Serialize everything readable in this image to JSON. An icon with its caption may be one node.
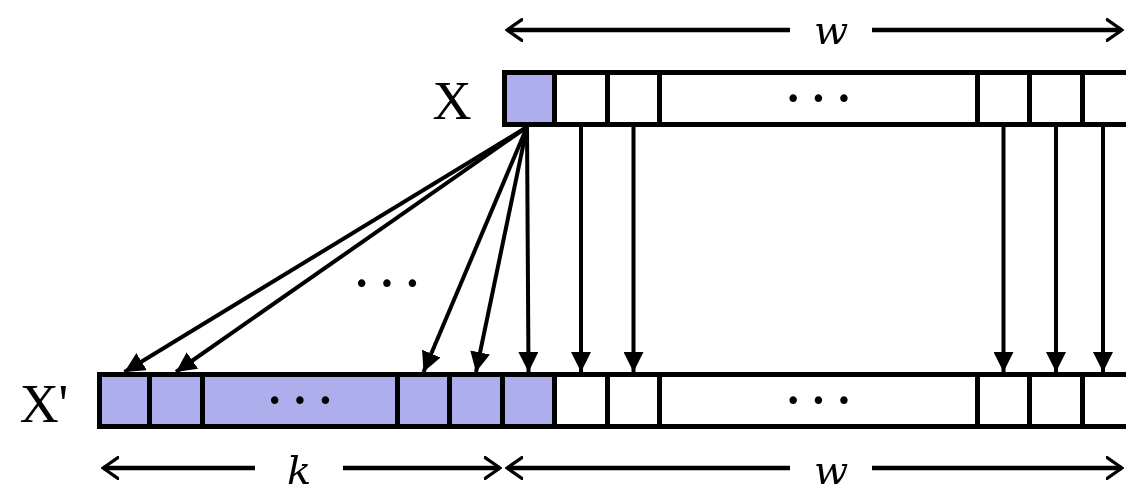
{
  "diagram": {
    "nodes": [
      {
        "text": [],
        "shape": "box"
      },
      {
        "text": [],
        "shape": "box"
      },
      {
        "text": [],
        "shape": "box"
      },
      {
        "text": [
          "•••"
        ]
      },
      {
        "text": [],
        "shape": "box"
      },
      {
        "text": [],
        "shape": "box"
      },
      {
        "text": [],
        "shape": "box"
      },
      {
        "text": [],
        "shape": "box"
      },
      {
        "text": [],
        "shape": "box"
      },
      {
        "text": [
          "•••"
        ]
      },
      {
        "text": [],
        "shape": "box"
      },
      {
        "text": [],
        "shape": "box"
      },
      {
        "text": [],
        "shape": "box"
      },
      {
        "text": [],
        "shape": "box"
      },
      {
        "text": [],
        "shape": "box"
      },
      {
        "text": [
          "•••"
        ]
      },
      {
        "text": [],
        "shape": "box"
      },
      {
        "text": [],
        "shape": "box"
      },
      {
        "text": [],
        "shape": "box"
      }
    ],
    "edges": [
      {
        "from": 0,
        "to": 7,
        "arrow": "to"
      },
      {
        "from": 0,
        "to": 8,
        "arrow": "to"
      },
      {
        "from": 0,
        "to": 10,
        "arrow": "to"
      },
      {
        "from": 0,
        "to": 11,
        "arrow": "to"
      },
      {
        "from": 0,
        "to": 12,
        "arrow": "to"
      },
      {
        "from": 1,
        "to": 13,
        "arrow": "to"
      },
      {
        "from": 2,
        "to": 14,
        "arrow": "to"
      },
      {
        "from": 4,
        "to": 16,
        "arrow": "to"
      },
      {
        "from": 5,
        "to": 17,
        "arrow": "to"
      },
      {
        "from": 6,
        "to": 18,
        "arrow": "to"
      }
    ],
    "labels": [
      "w",
      "X",
      "•••",
      "X'",
      "k",
      "w"
    ]
  }
}
